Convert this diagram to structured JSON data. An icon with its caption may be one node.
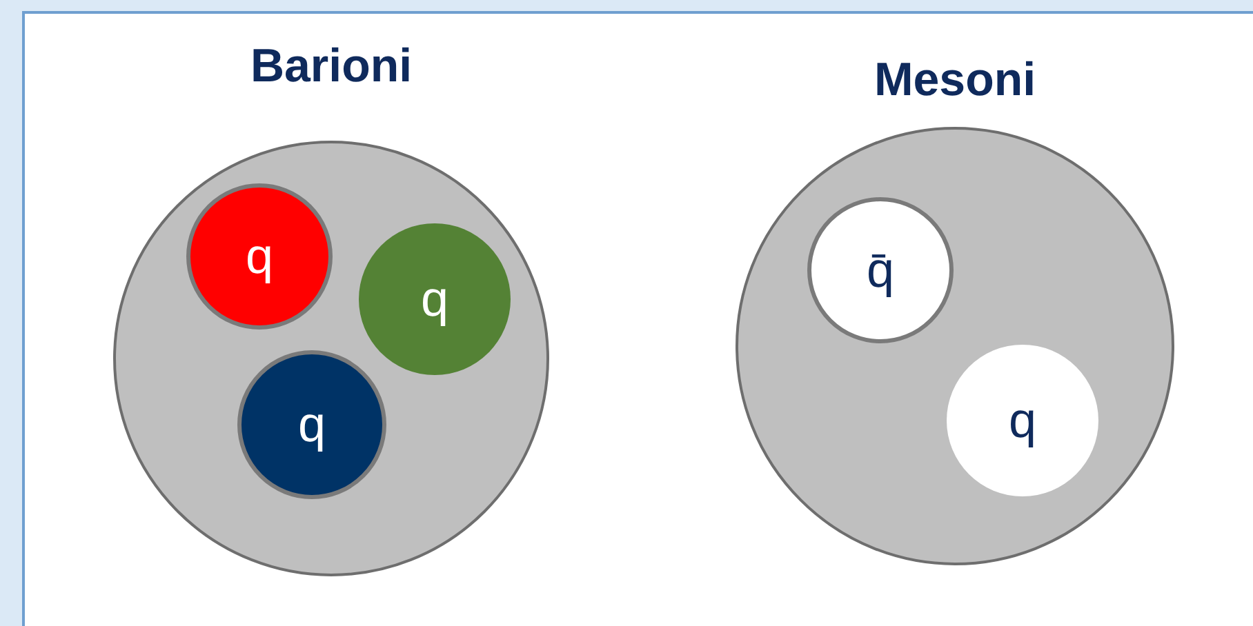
{
  "diagram": {
    "nodes": [
      {
        "text": [
          "Barioni"
        ]
      },
      {
        "text": [
          "q"
        ],
        "in": 0
      },
      {
        "text": [
          "q"
        ],
        "in": 0
      },
      {
        "text": [
          "q"
        ],
        "in": 0
      },
      {
        "text": [
          "Mesoni"
        ]
      },
      {
        "text": [
          "q̄"
        ],
        "in": 4
      },
      {
        "text": [
          "q"
        ],
        "in": 4
      }
    ],
    "edges": []
  }
}
